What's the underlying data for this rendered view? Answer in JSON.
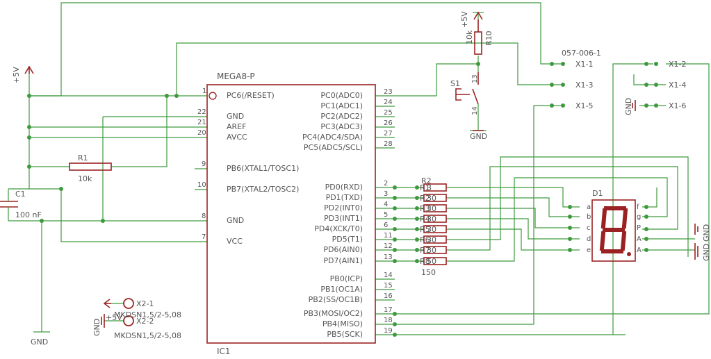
{
  "ic1": {
    "name": "IC1",
    "value": "MEGA8-P",
    "left_pins": [
      {
        "num": "1",
        "label": "PC6(/RESET)"
      },
      {
        "num": "22",
        "label": "GND"
      },
      {
        "num": "21",
        "label": "AREF"
      },
      {
        "num": "20",
        "label": "AVCC"
      },
      {
        "num": "9",
        "label": "PB6(XTAL1/TOSC1)"
      },
      {
        "num": "10",
        "label": "PB7(XTAL2/TOSC2)"
      },
      {
        "num": "8",
        "label": "GND"
      },
      {
        "num": "7",
        "label": "VCC"
      }
    ],
    "right_pins": [
      {
        "num": "23",
        "label": "PC0(ADC0)"
      },
      {
        "num": "24",
        "label": "PC1(ADC1)"
      },
      {
        "num": "25",
        "label": "PC2(ADC2)"
      },
      {
        "num": "26",
        "label": "PC3(ADC3)"
      },
      {
        "num": "27",
        "label": "PC4(ADC4/SDA)"
      },
      {
        "num": "28",
        "label": "PC5(ADC5/SCL)"
      },
      {
        "num": "2",
        "label": "PD0(RXD)"
      },
      {
        "num": "3",
        "label": "PD1(TXD)"
      },
      {
        "num": "4",
        "label": "PD2(INT0)"
      },
      {
        "num": "5",
        "label": "PD3(INT1)"
      },
      {
        "num": "6",
        "label": "PD4(XCK/T0)"
      },
      {
        "num": "11",
        "label": "PD5(T1)"
      },
      {
        "num": "12",
        "label": "PD6(AIN0)"
      },
      {
        "num": "13",
        "label": "PD7(AIN1)"
      },
      {
        "num": "14",
        "label": "PB0(ICP)"
      },
      {
        "num": "15",
        "label": "PB1(OC1A)"
      },
      {
        "num": "16",
        "label": "PB2(SS/OC1B)"
      },
      {
        "num": "17",
        "label": "PB3(MOSI/OC2)"
      },
      {
        "num": "18",
        "label": "PB4(MISO)"
      },
      {
        "num": "19",
        "label": "PB5(SCK)"
      }
    ]
  },
  "r1": {
    "name": "R1",
    "value": "10k"
  },
  "r10": {
    "name": "R10",
    "value": "10k"
  },
  "r2": {
    "name": "R2",
    "value": "150",
    "segments": [
      "1",
      "2",
      "3",
      "4",
      "5",
      "6",
      "7",
      "8"
    ],
    "seg_labels": [
      "3",
      "30",
      "30",
      "30",
      "30",
      "30",
      "30",
      "50"
    ]
  },
  "c1": {
    "name": "C1",
    "value": "100 nF"
  },
  "s1": {
    "name": "S1",
    "pin_top": "13",
    "pin_bottom": "14",
    "gnd": "GND"
  },
  "supply": {
    "vcc_left": "+5V",
    "vcc_top": "+5V",
    "gnd_left": "GND",
    "gnd_connector": "GND",
    "gnd_header": "GND",
    "gnd_display_1": "GND",
    "gnd_display_2": "GND"
  },
  "x1": {
    "name": "057-006-1",
    "pins": [
      "X1-1",
      "X1-3",
      "X1-5",
      "X1-2",
      "X1-4",
      "X1-6"
    ]
  },
  "x2": {
    "value": "MKDSN1,5/2-5,08",
    "pins": [
      "X2-1",
      "X2-2"
    ],
    "vcc": "+5V"
  },
  "d1": {
    "name": "D1",
    "left_pins": [
      "a",
      "b",
      "c",
      "d",
      "e"
    ],
    "right_pins": [
      "f",
      "g",
      "P",
      "A",
      "A"
    ]
  }
}
